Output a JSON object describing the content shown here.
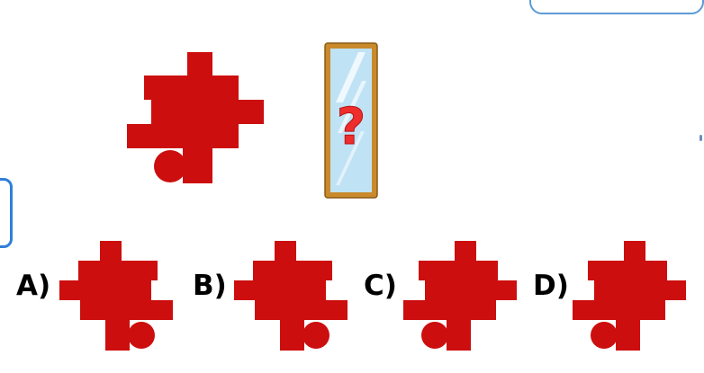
{
  "colors": {
    "shape": "#cc0e0e",
    "mirror_frame": "#c98a2c",
    "mirror_glass": "#bfe2f5",
    "question_mark": "#ee2d2d",
    "label": "#000000"
  },
  "question": {
    "mirror_symbol": "?"
  },
  "options": [
    {
      "label": "A)"
    },
    {
      "label": "B)"
    },
    {
      "label": "C)"
    },
    {
      "label": "D)"
    }
  ]
}
